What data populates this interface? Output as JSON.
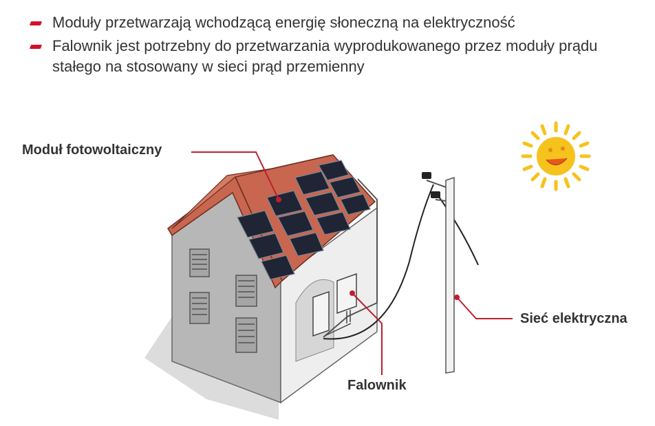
{
  "bullets": [
    {
      "text": "Moduły przetwarzają wchodzącą energię słoneczną na elektryczność"
    },
    {
      "text": "Falownik jest potrzebny do przetwarzania wyprodukowanego przez moduły prądu stałego na stosowany w sieci prąd przemienny"
    }
  ],
  "labels": {
    "module": "Moduł fotowoltaiczny",
    "inverter": "Falownik",
    "grid": "Sieć elektryczna"
  },
  "colors": {
    "accent": "#d3122b",
    "roof": "#c8664f",
    "panel": "#1f2535",
    "wall": "#b9b9b9",
    "sun": "#f6c21c",
    "text": "#333333"
  },
  "icons": {
    "bullet": "red-dash-icon",
    "sun": "smiling-sun-icon"
  }
}
